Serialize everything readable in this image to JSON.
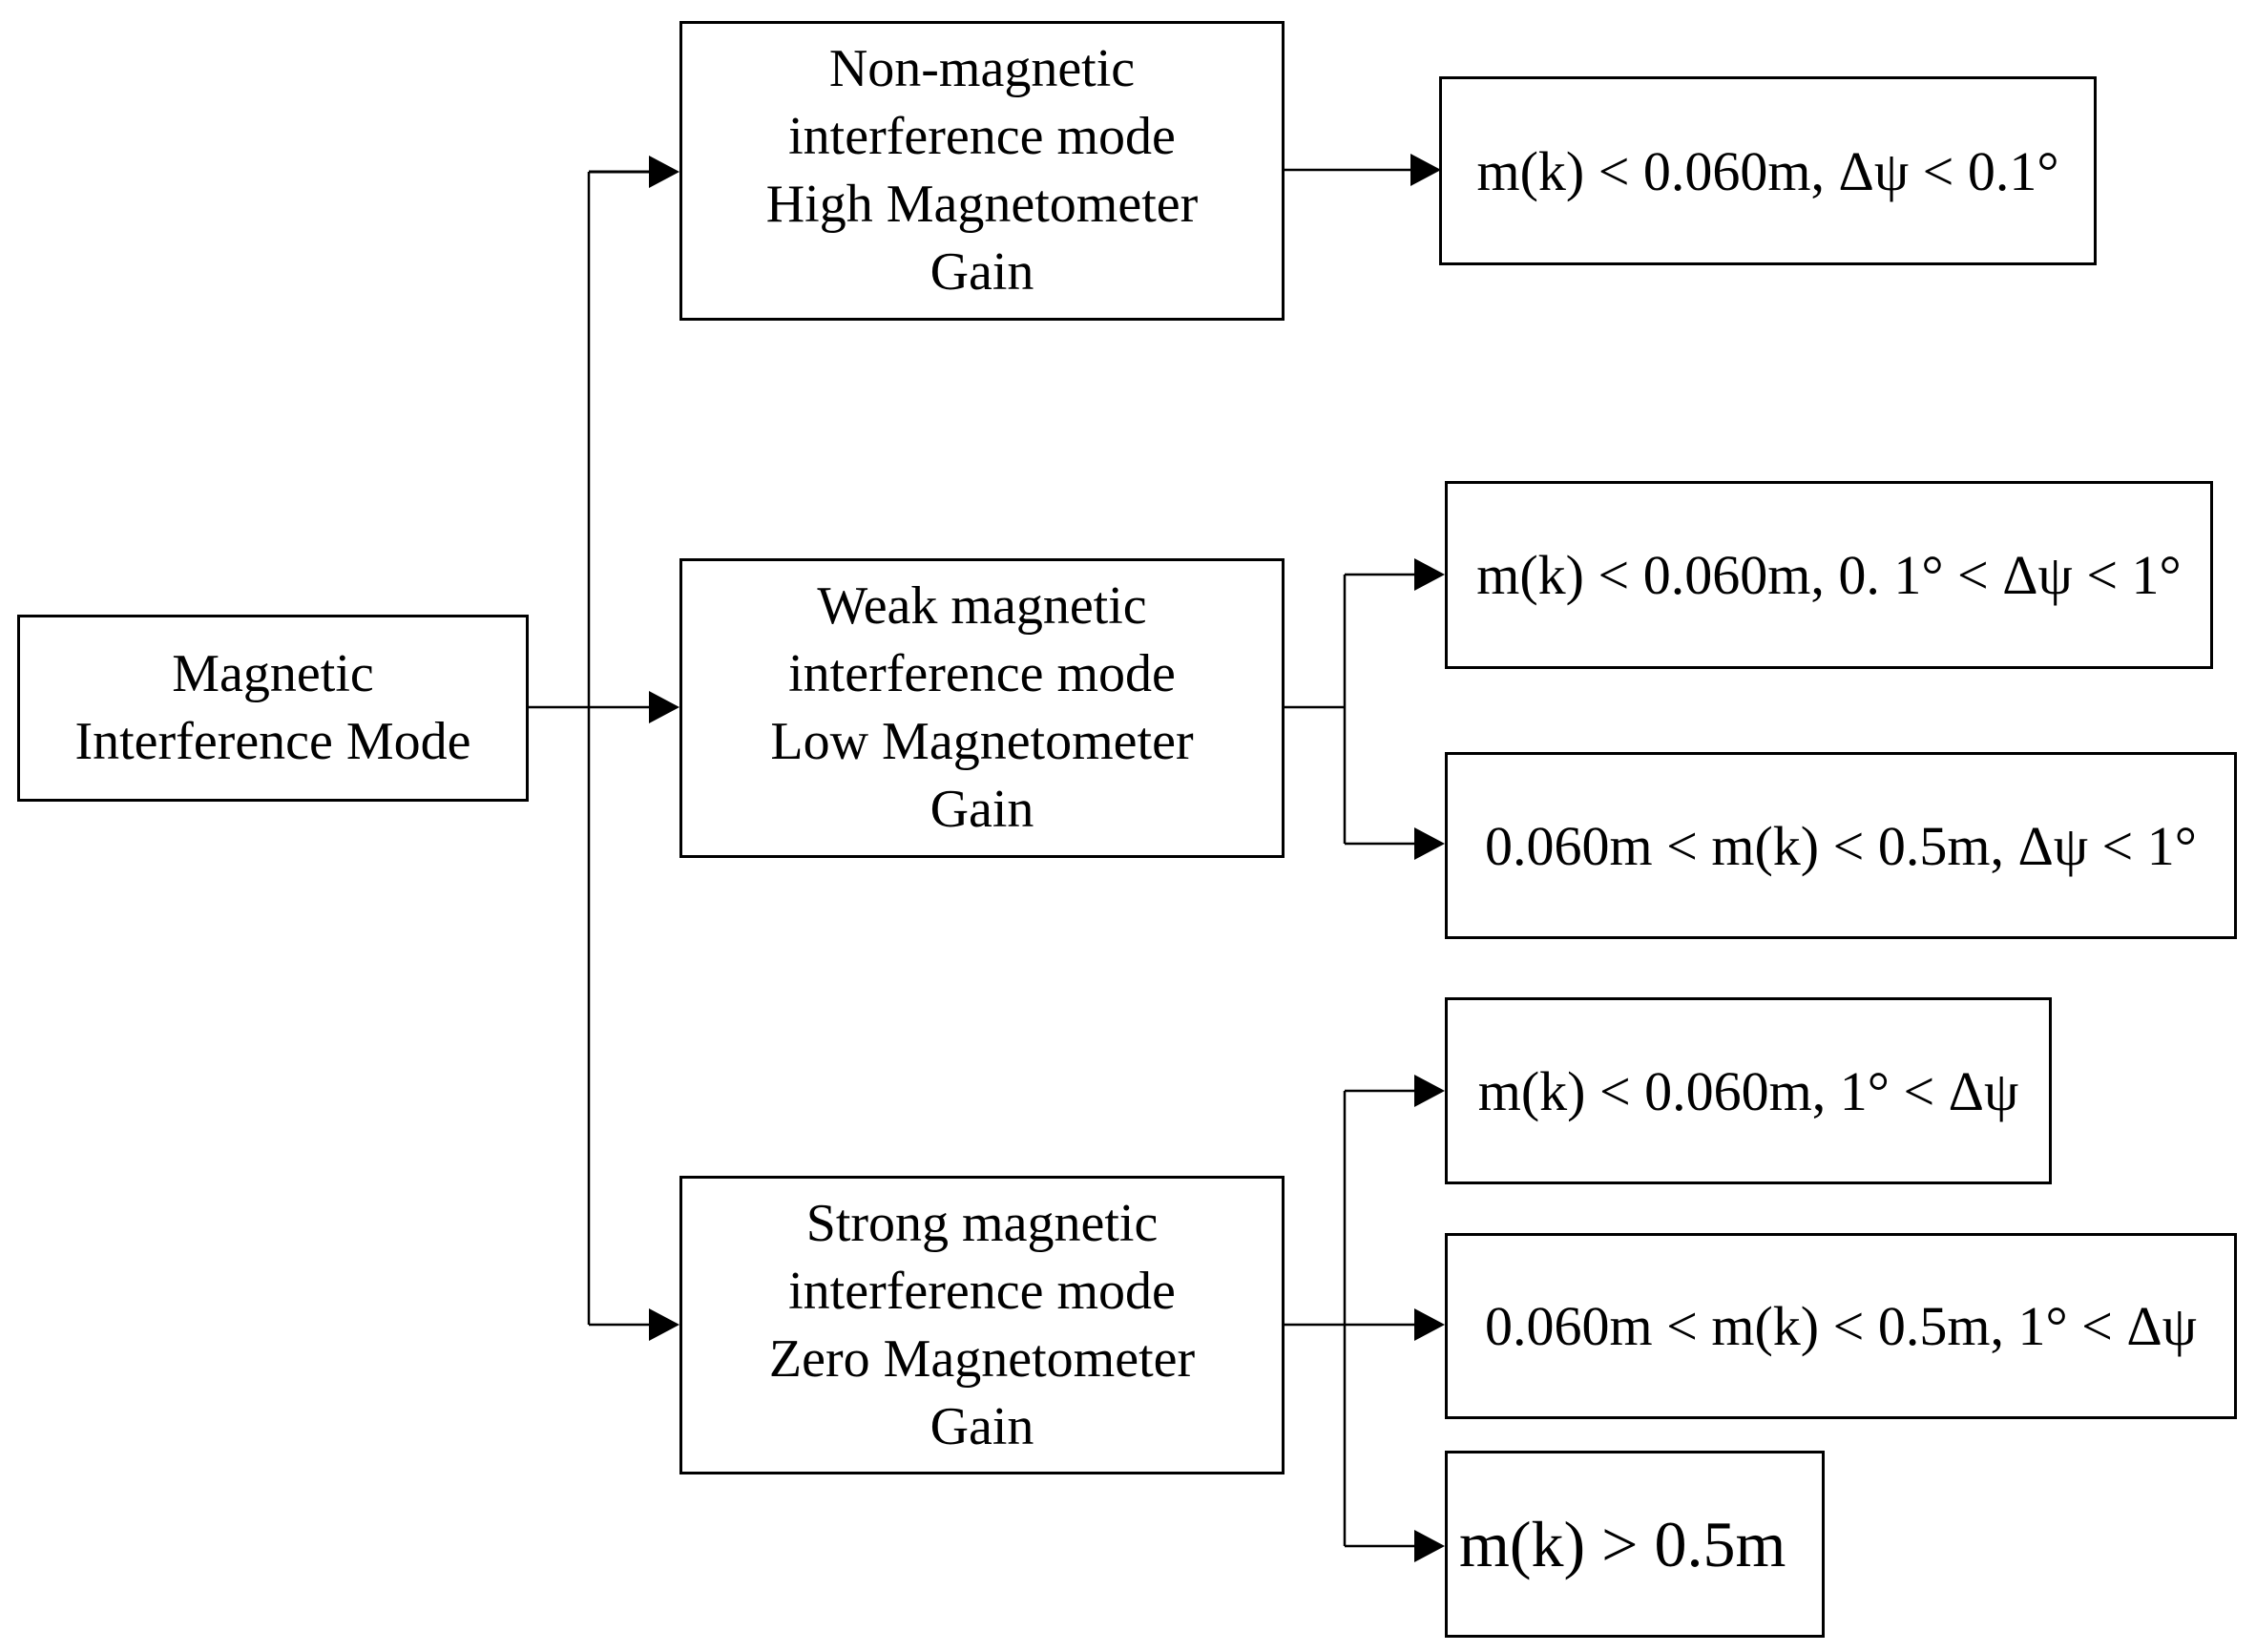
{
  "root": {
    "label": "Magnetic\nInterference Mode"
  },
  "modes": [
    {
      "label": "Non-magnetic\ninterference mode\nHigh Magnetometer\nGain"
    },
    {
      "label": "Weak magnetic\ninterference mode\nLow Magnetometer\nGain"
    },
    {
      "label": "Strong magnetic\ninterference mode\nZero Magnetometer\nGain"
    }
  ],
  "conditions": [
    {
      "mode": 0,
      "text": "m(k) < 0.060m, Δψ < 0.1°"
    },
    {
      "mode": 1,
      "text": "m(k) < 0.060m, 0. 1° < Δψ < 1°"
    },
    {
      "mode": 1,
      "text": "0.060m < m(k) < 0.5m, Δψ < 1°"
    },
    {
      "mode": 2,
      "text": "m(k) < 0.060m, 1° < Δψ"
    },
    {
      "mode": 2,
      "text": "0.060m < m(k) < 0.5m, 1° < Δψ"
    },
    {
      "mode": 2,
      "text": "m(k) > 0.5m"
    }
  ],
  "colors": {
    "line": "#000000",
    "background": "#ffffff"
  }
}
